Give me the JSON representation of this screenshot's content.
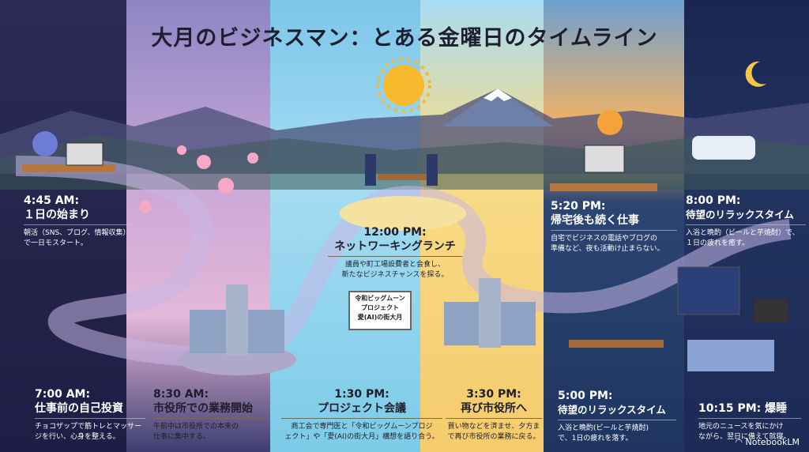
{
  "title": "大月のビジネスマン：とある金曜日のタイムライン",
  "events": [
    {
      "time": "4:45 AM:",
      "heading": "１日の始まり",
      "desc": [
        "朝活（SNS、ブログ、情報収集）",
        "で一日モスタート。"
      ]
    },
    {
      "time": "7:00 AM:",
      "heading": "仕事前の自己投資",
      "desc": [
        "チョコザップで筋トレとマッサー",
        "ジを行い、心身を整える。"
      ]
    },
    {
      "time": "8:30 AM:",
      "heading": "市役所での業務開始",
      "desc": [
        "午前中は市役所での本来の",
        "仕事に集中する。"
      ]
    },
    {
      "time": "12:00 PM:",
      "heading": "ネットワーキングランチ",
      "desc": [
        "議員や町工場設費者と会食し、",
        "新たなビジネスチャンスを探る。"
      ]
    },
    {
      "time": "1:30 PM:",
      "heading": "プロジェクト会議",
      "desc": [
        "商工会で専門医と「令和ビッグムーンプロジ",
        "ェクト」や「愛(AI)の街大月」構想を語り合う。"
      ]
    },
    {
      "time": "3:30 PM:",
      "heading": "再び市役所へ",
      "desc": [
        "買い物などを済ませ、夕方ま",
        "で再び市役所の業務に戻る。"
      ]
    },
    {
      "time": "5:20 PM:",
      "heading": "帰宅後も続く仕事",
      "desc": [
        "自宅でビジネスの電話やブログの",
        "準備など、夜も活動け止まらない。"
      ]
    },
    {
      "time": "8:00 PM:",
      "heading": "待望のリラックスタイム",
      "desc": [
        "入浴と晩酌（ビールと芋焼酎）で、",
        "１日の疲れを癒す。"
      ]
    },
    {
      "time": "5:00 PM:",
      "heading": "待望のリラックスタイム",
      "desc": [
        "入浴と晩酌(ビールと芋焼酎)",
        "で、1日の疲れを落す。"
      ]
    },
    {
      "time": "10:15 PM:",
      "heading": "爆睡",
      "desc": [
        "地元のニュースを気にかけ",
        "ながら、翌日に備えて就寝。"
      ]
    }
  ],
  "board": [
    "令和ビッグムーン",
    "プロジェクト",
    "愛(AI)の街大月"
  ],
  "brand": "NotebookLM"
}
